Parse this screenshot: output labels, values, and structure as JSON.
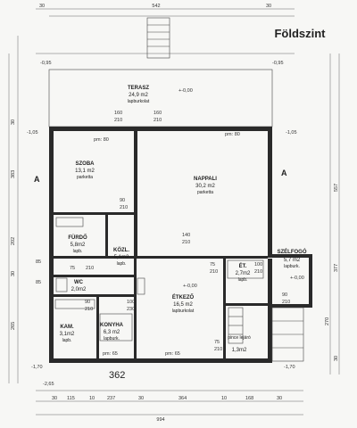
{
  "title": "Földszint",
  "section_markers": [
    "A",
    "A"
  ],
  "rooms": [
    {
      "name": "TERASZ",
      "area": "24,9 m2",
      "material": "lapburkolat"
    },
    {
      "name": "SZOBA",
      "area": "13,1 m2",
      "material": "parketta"
    },
    {
      "name": "NAPPALI",
      "area": "30,2 m2",
      "material": "parketta"
    },
    {
      "name": "FÜRDŐ",
      "area": "5,8m2",
      "material": "lapb."
    },
    {
      "name": "KÖZL.",
      "area": "5,1m2",
      "material": "lapb."
    },
    {
      "name": "WC",
      "area": "2,0m2",
      "material": ""
    },
    {
      "name": "ÉTKEZŐ",
      "area": "16,5 m2",
      "material": "lapburkolat"
    },
    {
      "name": "ÉT.",
      "area": "2,7m2",
      "material": "lapb."
    },
    {
      "name": "SZÉLFOGÓ",
      "area": "5,7 m2",
      "material": "lapburk."
    },
    {
      "name": "KAM.",
      "area": "3,1m2",
      "material": "lapb."
    },
    {
      "name": "KONYHA",
      "area": "6,3 m2",
      "material": "lapburk."
    },
    {
      "name": "pince lejáró",
      "area": "1,3m2",
      "material": ""
    }
  ],
  "levels": {
    "zero": "+-0,00",
    "minus095": "-0,95",
    "minus105": "-1,05",
    "minus170": "-1,70",
    "minus265": "-2,65"
  },
  "parapet": [
    "pm: 80",
    "pm: 80",
    "pm: 65",
    "pm: 65"
  ],
  "top_dims": [
    "30",
    "542",
    "30"
  ],
  "bottom_dims": [
    "30",
    "115",
    "10",
    "237",
    "30",
    "364",
    "10",
    "168",
    "30"
  ],
  "bottom_total": "994",
  "handwritten_dim": "362",
  "left_dims": [
    "30",
    "383",
    "202",
    "30",
    "265"
  ],
  "right_dims": [
    "557",
    "377",
    "270",
    "30"
  ],
  "door_dims": [
    "160",
    "210",
    "160",
    "210",
    "90",
    "210",
    "140",
    "210",
    "75",
    "210",
    "90",
    "210",
    "75",
    "210",
    "100",
    "230",
    "100",
    "210",
    "90",
    "210",
    "75",
    "210",
    "85",
    "85"
  ]
}
